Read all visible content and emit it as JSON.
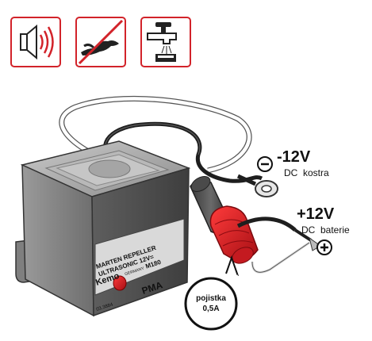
{
  "icons": [
    {
      "name": "speaker-sound-icon",
      "color": "#d2232a"
    },
    {
      "name": "no-marten-icon",
      "color": "#d2232a"
    },
    {
      "name": "waterproof-tap-icon",
      "color": "#d2232a"
    }
  ],
  "device": {
    "label_line1": "MARTEN REPELLER",
    "label_line2": "ULTRASONIC 12V=",
    "brand": "Kemo",
    "made_in": "GERMANY",
    "model": "M180",
    "code1": "03.3884",
    "pma": "PMA"
  },
  "labels": {
    "minus_voltage": "-12V",
    "minus_desc_dc": "DC",
    "minus_desc": "kostra",
    "plus_voltage": "+12V",
    "plus_desc_dc": "DC",
    "plus_desc": "baterie",
    "fuse_line1": "pojistka",
    "fuse_line2": "0,5A"
  },
  "colors": {
    "accent_red": "#d2232a",
    "body_gray": "#8a8a8a",
    "dark": "#2a2a2a"
  }
}
